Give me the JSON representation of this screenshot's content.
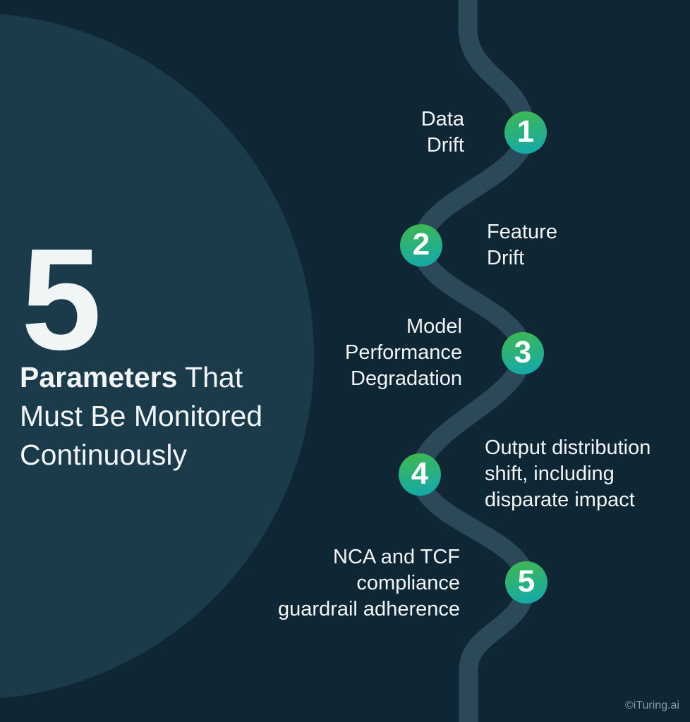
{
  "colors": {
    "background": "#0F2734",
    "accent_circle_bg": "#1B3A4A",
    "path": "#2C4959",
    "step_gradient_start": "#41B84D",
    "step_gradient_end": "#11A8B2",
    "text": "#F2F5F6",
    "watermark": "#8C9CA7"
  },
  "headline": {
    "big_number": "5",
    "title_bold": "Parameters",
    "title_after_bold": " That",
    "title_line2": "Must Be Monitored",
    "title_line3": "Continuously"
  },
  "steps": [
    {
      "number": "1",
      "label": "Data\nDrift"
    },
    {
      "number": "2",
      "label": "Feature\nDrift"
    },
    {
      "number": "3",
      "label": "Model\nPerformance\nDegradation"
    },
    {
      "number": "4",
      "label": "Output distribution\nshift, including\ndisparate impact"
    },
    {
      "number": "5",
      "label": "NCA and TCF\ncompliance\nguardrail adherence"
    }
  ],
  "footer": {
    "watermark": "©iTuring.ai"
  }
}
